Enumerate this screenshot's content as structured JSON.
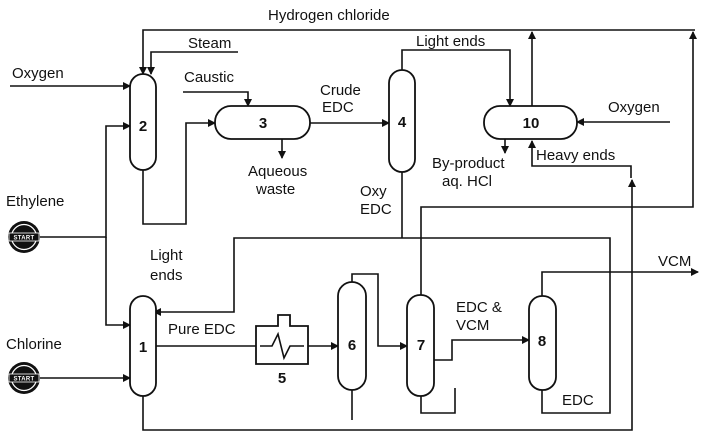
{
  "labels": {
    "hydrogen_chloride": "Hydrogen chloride",
    "steam": "Steam",
    "oxygen_left": "Oxygen",
    "caustic": "Caustic",
    "crude_edc_1": "Crude",
    "crude_edc_2": "EDC",
    "light_ends_top": "Light ends",
    "oxygen_right": "Oxygen",
    "aqueous_1": "Aqueous",
    "aqueous_2": "waste",
    "byproduct_1": "By-product",
    "byproduct_2": "aq. HCl",
    "heavy_ends": "Heavy ends",
    "oxy_edc_1": "Oxy",
    "oxy_edc_2": "EDC",
    "ethylene": "Ethylene",
    "light_ends_1": "Light",
    "light_ends_2": "ends",
    "vcm": "VCM",
    "pure_edc": "Pure EDC",
    "edc_vcm_1": "EDC &",
    "edc_vcm_2": "VCM",
    "chlorine": "Chlorine",
    "edc_bottom": "EDC"
  },
  "units": {
    "u1": "1",
    "u2": "2",
    "u3": "3",
    "u4": "4",
    "u5": "5",
    "u6": "6",
    "u7": "7",
    "u8": "8",
    "u10": "10"
  },
  "start_badges": {
    "ethylene_start": "START",
    "chlorine_start": "START"
  }
}
